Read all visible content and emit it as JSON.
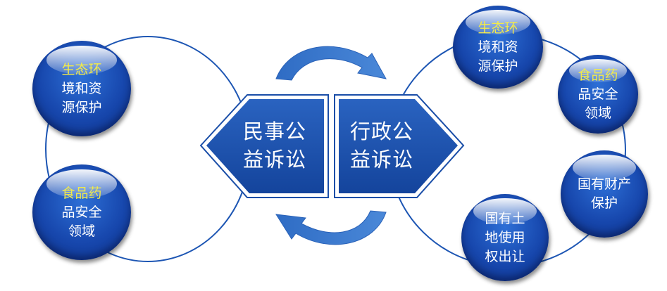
{
  "center": {
    "left_label": [
      "民事公",
      "益诉讼"
    ],
    "right_label": [
      "行政公",
      "益诉讼"
    ]
  },
  "left_items": [
    {
      "lines": [
        "生态环",
        "境和资",
        "源保护"
      ]
    },
    {
      "lines": [
        "食品药",
        "品安全",
        "领域"
      ]
    }
  ],
  "right_items": [
    {
      "lines": [
        "生态环",
        "境和资",
        "源保护"
      ]
    },
    {
      "lines": [
        "食品药",
        "品安全",
        "领域"
      ]
    },
    {
      "lines": [
        "国有财产",
        "保护"
      ]
    },
    {
      "lines": [
        "国有土",
        "地使用",
        "权出让"
      ]
    }
  ],
  "colors": {
    "bubble": "#1747ad",
    "hexagon": "#1a4ea8",
    "arrow": "#3b78cc",
    "ring": "#1c55b3",
    "first_line_text": "#f2ea4a",
    "text": "#ffffff"
  }
}
